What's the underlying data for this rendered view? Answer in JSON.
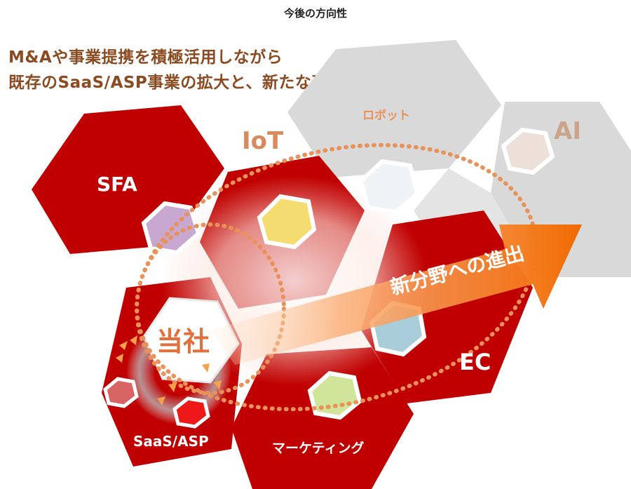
{
  "page_title": "今後の方向性",
  "headline": {
    "line1": "M&Aや事業提携を積極活用しながら",
    "line2": "既存のSaaS/ASP事業の拡大と、新たな事業領域の開拓へ"
  },
  "segments": {
    "sfa": "SFA",
    "iot": "IoT",
    "robot": "ロボット",
    "ai": "AI",
    "ec": "EC",
    "marketing": "マーケティング",
    "saas_asp": "SaaS/ASP",
    "company": "当社"
  },
  "arrow_label": "新分野への進出",
  "colors": {
    "dark_red": "#c00000",
    "grey_hex": "#d9d9d9",
    "orange_arrow": "#f47a20",
    "dotted_ellipse": "#e8925a",
    "headline_brown": "#8b4a1f"
  }
}
